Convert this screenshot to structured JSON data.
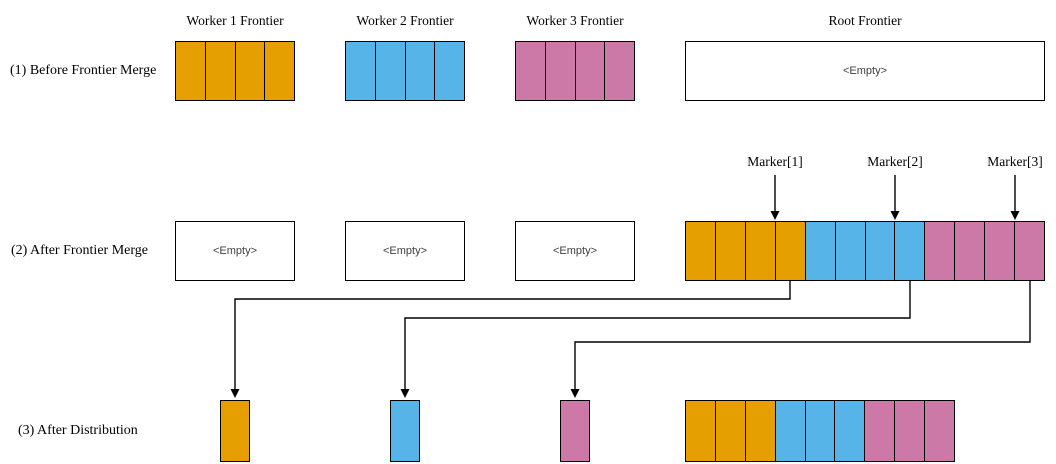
{
  "colors": {
    "worker1": "#E69F00",
    "worker2": "#56B4E9",
    "worker3": "#CC79A7",
    "outline": "#000000",
    "background": "#FFFFFF"
  },
  "column_titles": [
    {
      "id": "worker1",
      "label": "Worker 1 Frontier"
    },
    {
      "id": "worker2",
      "label": "Worker 2 Frontier"
    },
    {
      "id": "worker3",
      "label": "Worker 3 Frontier"
    },
    {
      "id": "root",
      "label": "Root Frontier"
    }
  ],
  "empty_text": "<Empty>",
  "rows": [
    {
      "id": "before-frontier-merge",
      "label": "(1) Before Frontier Merge",
      "worker1": {
        "type": "cells",
        "cells": [
          "worker1",
          "worker1",
          "worker1",
          "worker1"
        ]
      },
      "worker2": {
        "type": "cells",
        "cells": [
          "worker2",
          "worker2",
          "worker2",
          "worker2"
        ]
      },
      "worker3": {
        "type": "cells",
        "cells": [
          "worker3",
          "worker3",
          "worker3",
          "worker3"
        ]
      },
      "root": {
        "type": "empty",
        "text": "<Empty>"
      }
    },
    {
      "id": "after-frontier-merge",
      "label": "(2) After Frontier Merge",
      "worker1": {
        "type": "empty",
        "text": "<Empty>"
      },
      "worker2": {
        "type": "empty",
        "text": "<Empty>"
      },
      "worker3": {
        "type": "empty",
        "text": "<Empty>"
      },
      "root": {
        "type": "cells",
        "cells": [
          "worker1",
          "worker1",
          "worker1",
          "worker1",
          "worker2",
          "worker2",
          "worker2",
          "worker2",
          "worker3",
          "worker3",
          "worker3",
          "worker3"
        ]
      }
    },
    {
      "id": "after-distribution",
      "label": "(3) After Distribution",
      "worker1": {
        "type": "cells",
        "cells": [
          "worker1"
        ]
      },
      "worker2": {
        "type": "cells",
        "cells": [
          "worker2"
        ]
      },
      "worker3": {
        "type": "cells",
        "cells": [
          "worker3"
        ]
      },
      "root": {
        "type": "cells",
        "cells": [
          "worker1",
          "worker1",
          "worker1",
          "worker2",
          "worker2",
          "worker2",
          "worker3",
          "worker3",
          "worker3"
        ]
      }
    }
  ],
  "markers": [
    {
      "label": "Marker[1]",
      "after_cells": 3
    },
    {
      "label": "Marker[2]",
      "after_cells": 3
    },
    {
      "label": "Marker[3]",
      "after_cells": 3
    }
  ]
}
